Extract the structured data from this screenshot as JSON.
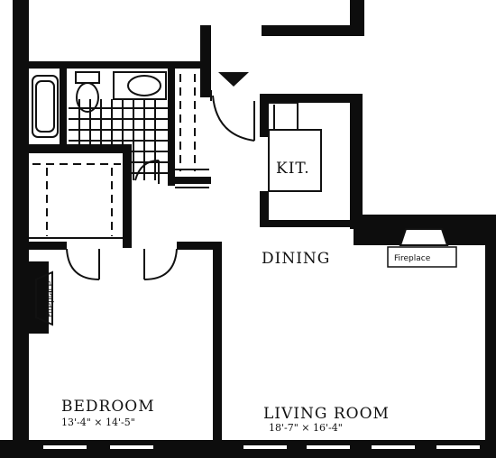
{
  "rooms": {
    "kitchen": {
      "label": "KIT."
    },
    "dining": {
      "label": "DINING"
    },
    "bedroom": {
      "label": "BEDROOM",
      "dimensions": "13'-4\" × 14'-5\""
    },
    "living_room": {
      "label": "LIVING ROOM",
      "dimensions": "18'-7\" × 16'-4\""
    }
  },
  "fireplaces": {
    "bedroom": {
      "label": "Fireplace"
    },
    "living_room": {
      "label": "Fireplace"
    }
  },
  "icons": {
    "entry": "entry-arrow-icon"
  },
  "colors": {
    "wall": "#0d0d0d",
    "line": "#111111",
    "background": "#ffffff"
  }
}
